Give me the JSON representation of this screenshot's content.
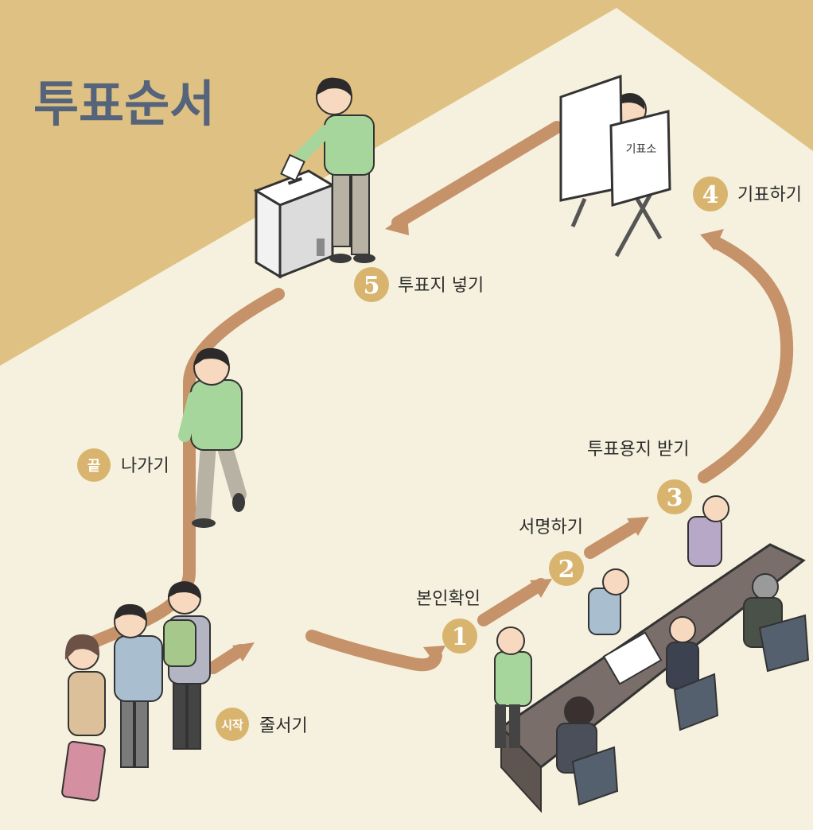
{
  "title": "투표순서",
  "booth_label": "기표소",
  "steps": [
    {
      "badge": "시작",
      "label": "줄서기"
    },
    {
      "badge": "1",
      "label": "본인확인"
    },
    {
      "badge": "2",
      "label": "서명하기"
    },
    {
      "badge": "3",
      "label": "투표용지 받기"
    },
    {
      "badge": "4",
      "label": "기표하기"
    },
    {
      "badge": "5",
      "label": "투표지 넣기"
    },
    {
      "badge": "끝",
      "label": "나가기"
    }
  ],
  "colors": {
    "background": "#f6f1de",
    "top_band": "#dfc283",
    "title": "#55647a",
    "arrow": "#c6926a",
    "badge": "#d8b46e"
  }
}
